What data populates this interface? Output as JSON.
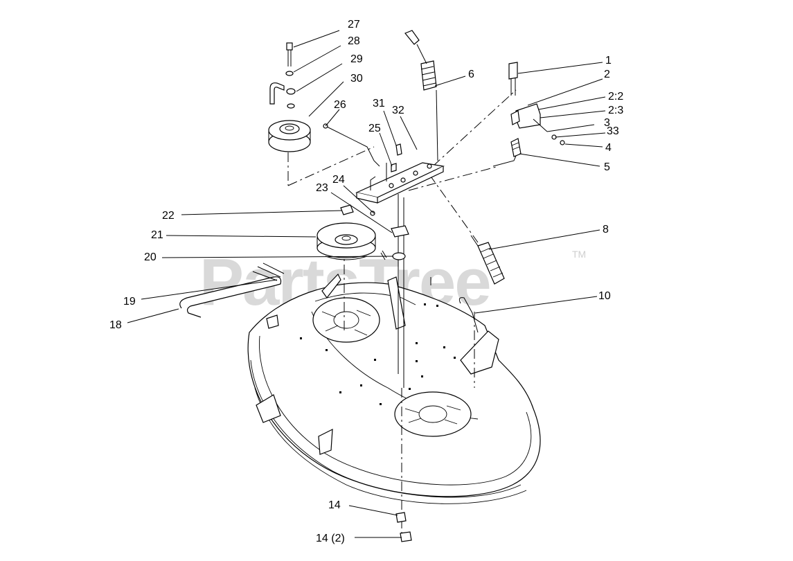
{
  "watermark": {
    "text": "PartsTree",
    "trademark": "TM"
  },
  "callouts": [
    {
      "id": "1",
      "label": "1"
    },
    {
      "id": "2",
      "label": "2"
    },
    {
      "id": "2-2",
      "label": "2:2"
    },
    {
      "id": "2-3",
      "label": "2:3"
    },
    {
      "id": "3",
      "label": "3"
    },
    {
      "id": "33",
      "label": "33"
    },
    {
      "id": "4",
      "label": "4"
    },
    {
      "id": "5",
      "label": "5"
    },
    {
      "id": "6",
      "label": "6"
    },
    {
      "id": "8",
      "label": "8"
    },
    {
      "id": "10",
      "label": "10"
    },
    {
      "id": "14",
      "label": "14"
    },
    {
      "id": "14-2",
      "label": "14 (2)"
    },
    {
      "id": "18",
      "label": "18"
    },
    {
      "id": "19",
      "label": "19"
    },
    {
      "id": "20",
      "label": "20"
    },
    {
      "id": "21",
      "label": "21"
    },
    {
      "id": "22",
      "label": "22"
    },
    {
      "id": "23",
      "label": "23"
    },
    {
      "id": "24",
      "label": "24"
    },
    {
      "id": "25",
      "label": "25"
    },
    {
      "id": "26",
      "label": "26"
    },
    {
      "id": "27",
      "label": "27"
    },
    {
      "id": "28",
      "label": "28"
    },
    {
      "id": "29",
      "label": "29"
    },
    {
      "id": "30",
      "label": "30"
    },
    {
      "id": "31",
      "label": "31"
    },
    {
      "id": "32",
      "label": "32"
    }
  ]
}
